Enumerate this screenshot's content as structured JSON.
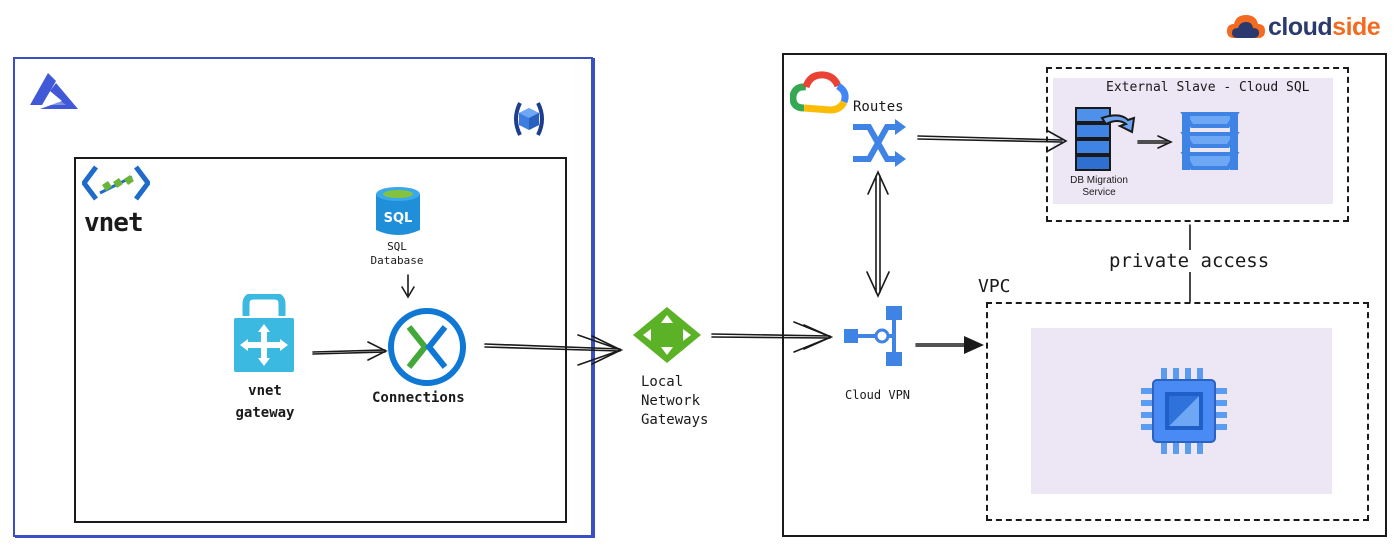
{
  "brand": {
    "name_part1": "cloud",
    "name_part2": "side",
    "color_dark": "#2a3a6e",
    "color_accent": "#f26b21"
  },
  "azure": {
    "vnet_label": "vnet",
    "sql_label": "SQL",
    "sql_caption_line1": "SQL",
    "sql_caption_line2": "Database",
    "vnet_gateway_line1": "vnet",
    "vnet_gateway_line2": "gateway",
    "connections_label": "Connections"
  },
  "bridge": {
    "local_network_gateways_line1": "Local",
    "local_network_gateways_line2": "Network",
    "local_network_gateways_line3": "Gateways"
  },
  "gcp": {
    "routes_label": "Routes",
    "cloud_vpn_label": "Cloud VPN",
    "external_slave_label": "External Slave - Cloud SQL",
    "dms_line1": "DB Migration",
    "dms_line2": "Service",
    "private_access_label": "private access",
    "vpc_label": "VPC"
  },
  "colors": {
    "azure_frame": "#3b4fc4",
    "azure_icon_blue": "#0078d4",
    "gcp_icon_blue": "#4a8af4",
    "lng_green": "#5bb227",
    "subnet_fill": "#ece6f5"
  },
  "icons": [
    "azure-logo-icon",
    "resource-group-icon",
    "vnet-icon",
    "sql-database-icon",
    "vnet-gateway-icon",
    "connections-icon",
    "local-network-gateway-icon",
    "google-cloud-logo-icon",
    "routes-icon",
    "cloud-vpn-icon",
    "db-migration-service-icon",
    "cloud-sql-icon",
    "compute-engine-icon"
  ]
}
